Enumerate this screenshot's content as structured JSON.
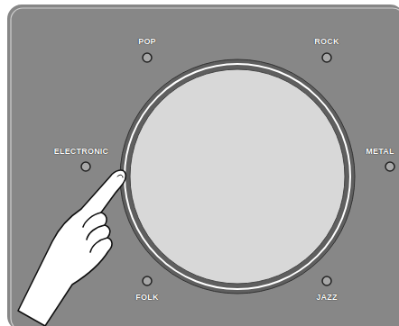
{
  "diagram": {
    "labels": [
      "POP",
      "ROCK",
      "ELECTRONIC",
      "METAL",
      "FOLK",
      "JAZZ"
    ]
  }
}
